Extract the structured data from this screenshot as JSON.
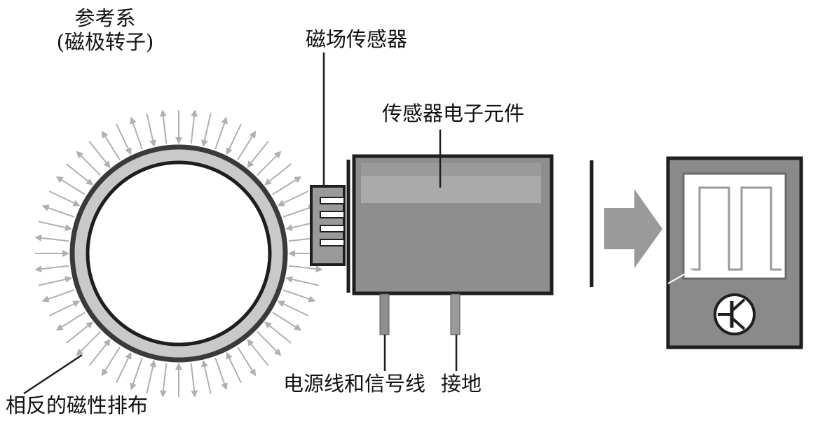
{
  "labels": {
    "reference_line1": "参考系",
    "reference_line2": "(磁极转子)",
    "magnetic_sensor": "磁场传感器",
    "sensor_electronics": "传感器电子元件",
    "power_signal_line": "电源线和信号线",
    "ground": "接地",
    "opposite_magnetism": "相反的磁性排布"
  },
  "colors": {
    "ring_fill": "#c9c9c9",
    "ring_outline": "#3a3a3a",
    "field_arrows": "#b0b0b0",
    "sensor_body": "#8e8e8e",
    "sensor_band": "#aaaaaa",
    "big_arrow": "#9a9a9a",
    "scope_frame": "#8a8a8a",
    "scope_screen": "#ffffff",
    "text": "#111111"
  },
  "icons": {
    "scope_symbol": "transistor-icon",
    "output_arrow": "right-arrow-icon"
  }
}
